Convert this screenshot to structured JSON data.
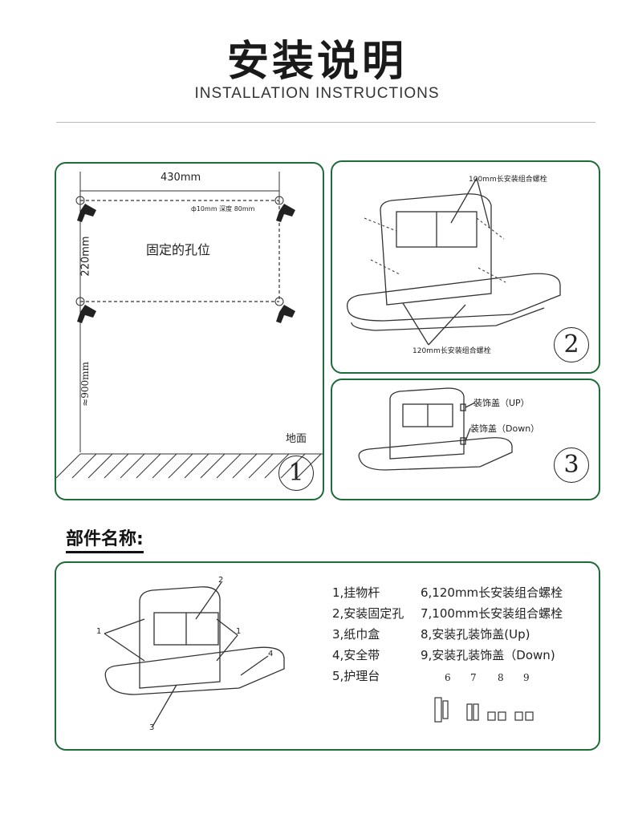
{
  "header": {
    "title": "安装说明",
    "subtitle": "INSTALLATION INSTRUCTIONS"
  },
  "step1": {
    "width_label": "430mm",
    "height_label": "220mm",
    "hole_spec": "ф10mm  深度 80mm",
    "holes_label": "固定的孔位",
    "floor_distance": "≈900mm",
    "floor_label": "地面",
    "step_number": "1"
  },
  "step2": {
    "bolt_100_label": "100mm长安装组合螺栓",
    "bolt_120_label": "120mm长安装组合螺栓",
    "step_number": "2"
  },
  "step3": {
    "cap_up_label": "装饰盖（UP）",
    "cap_down_label": "装饰盖（Down）",
    "step_number": "3"
  },
  "parts": {
    "heading": "部件名称:",
    "diagram_callouts": [
      "1",
      "2",
      "1",
      "4",
      "3"
    ],
    "left_list": [
      "1,挂物杆",
      "2,安装固定孔",
      "3,纸巾盒",
      "4,安全带",
      "5,护理台"
    ],
    "right_list": [
      "6,120mm长安装组合螺栓",
      "7,100mm长安装组合螺栓",
      "8,安装孔装饰盖(Up)",
      "9,安装孔装饰盖（Down)"
    ],
    "hardware_labels": [
      "6",
      "7",
      "8",
      "9"
    ]
  },
  "colors": {
    "panel_border": "#1f6b3a",
    "text": "#222222"
  }
}
